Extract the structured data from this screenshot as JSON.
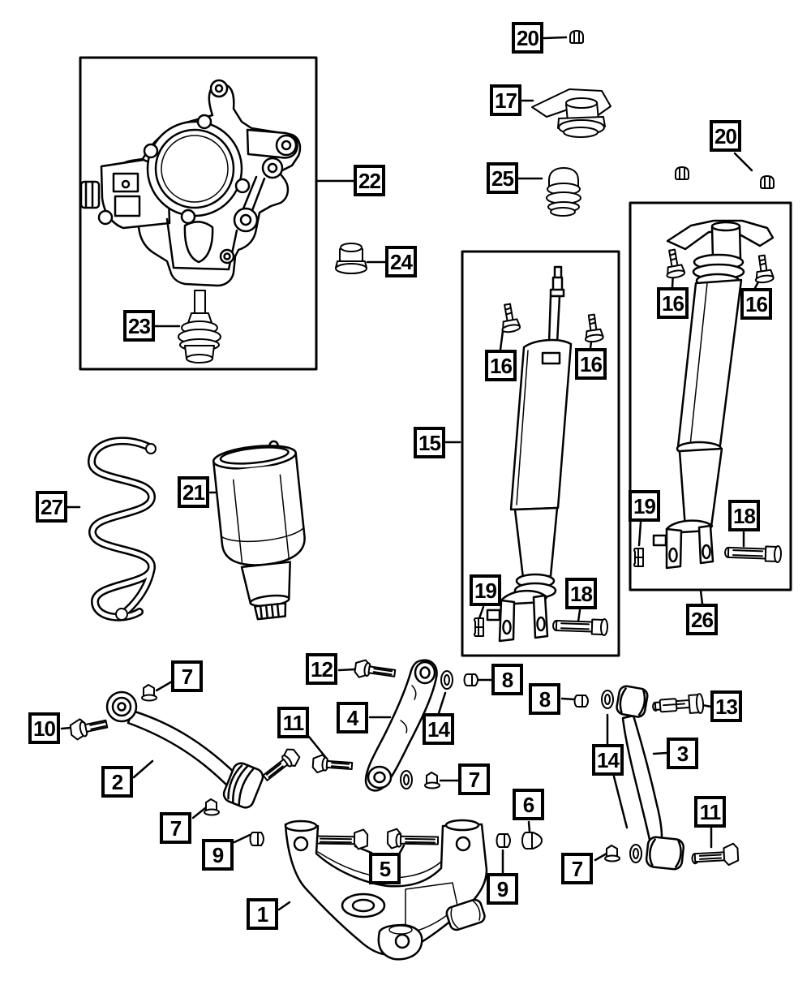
{
  "diagram": {
    "description": "Rear suspension parts diagram",
    "background_color": "#ffffff",
    "line_color": "#000000"
  },
  "callouts": [
    {
      "label": "20",
      "part": "upper-mount-nut"
    },
    {
      "label": "17",
      "part": "shock-upper-mount"
    },
    {
      "label": "25",
      "part": "jounce-bumper"
    },
    {
      "label": "20",
      "part": "upper-mount-nut"
    },
    {
      "label": "22",
      "part": "knuckle"
    },
    {
      "label": "24",
      "part": "flange-nut"
    },
    {
      "label": "23",
      "part": "ball-joint"
    },
    {
      "label": "15",
      "part": "shock-absorber"
    },
    {
      "label": "16",
      "part": "mount-bolt"
    },
    {
      "label": "16",
      "part": "mount-bolt"
    },
    {
      "label": "19",
      "part": "retainer-clip"
    },
    {
      "label": "18",
      "part": "lower-shock-bolt"
    },
    {
      "label": "16",
      "part": "mount-bolt"
    },
    {
      "label": "16",
      "part": "mount-bolt"
    },
    {
      "label": "19",
      "part": "retainer-clip"
    },
    {
      "label": "18",
      "part": "lower-shock-bolt"
    },
    {
      "label": "26",
      "part": "air-shock-absorber"
    },
    {
      "label": "27",
      "part": "coil-spring"
    },
    {
      "label": "21",
      "part": "air-spring"
    },
    {
      "label": "7",
      "part": "flange-nut"
    },
    {
      "label": "10",
      "part": "hex-bolt"
    },
    {
      "label": "2",
      "part": "upper-control-arm"
    },
    {
      "label": "7",
      "part": "flange-nut"
    },
    {
      "label": "9",
      "part": "nut"
    },
    {
      "label": "12",
      "part": "hex-bolt"
    },
    {
      "label": "11",
      "part": "hex-bolt"
    },
    {
      "label": "4",
      "part": "camber-link"
    },
    {
      "label": "14",
      "part": "washer"
    },
    {
      "label": "8",
      "part": "spacer-bushing"
    },
    {
      "label": "7",
      "part": "flange-nut"
    },
    {
      "label": "8",
      "part": "spacer-bushing"
    },
    {
      "label": "13",
      "part": "cam-bolt"
    },
    {
      "label": "3",
      "part": "lateral-link"
    },
    {
      "label": "14",
      "part": "washer"
    },
    {
      "label": "11",
      "part": "hex-bolt"
    },
    {
      "label": "6",
      "part": "bump-stop"
    },
    {
      "label": "9",
      "part": "nut"
    },
    {
      "label": "7",
      "part": "flange-nut"
    },
    {
      "label": "5",
      "part": "hex-bolt"
    },
    {
      "label": "1",
      "part": "lower-control-arm"
    }
  ]
}
